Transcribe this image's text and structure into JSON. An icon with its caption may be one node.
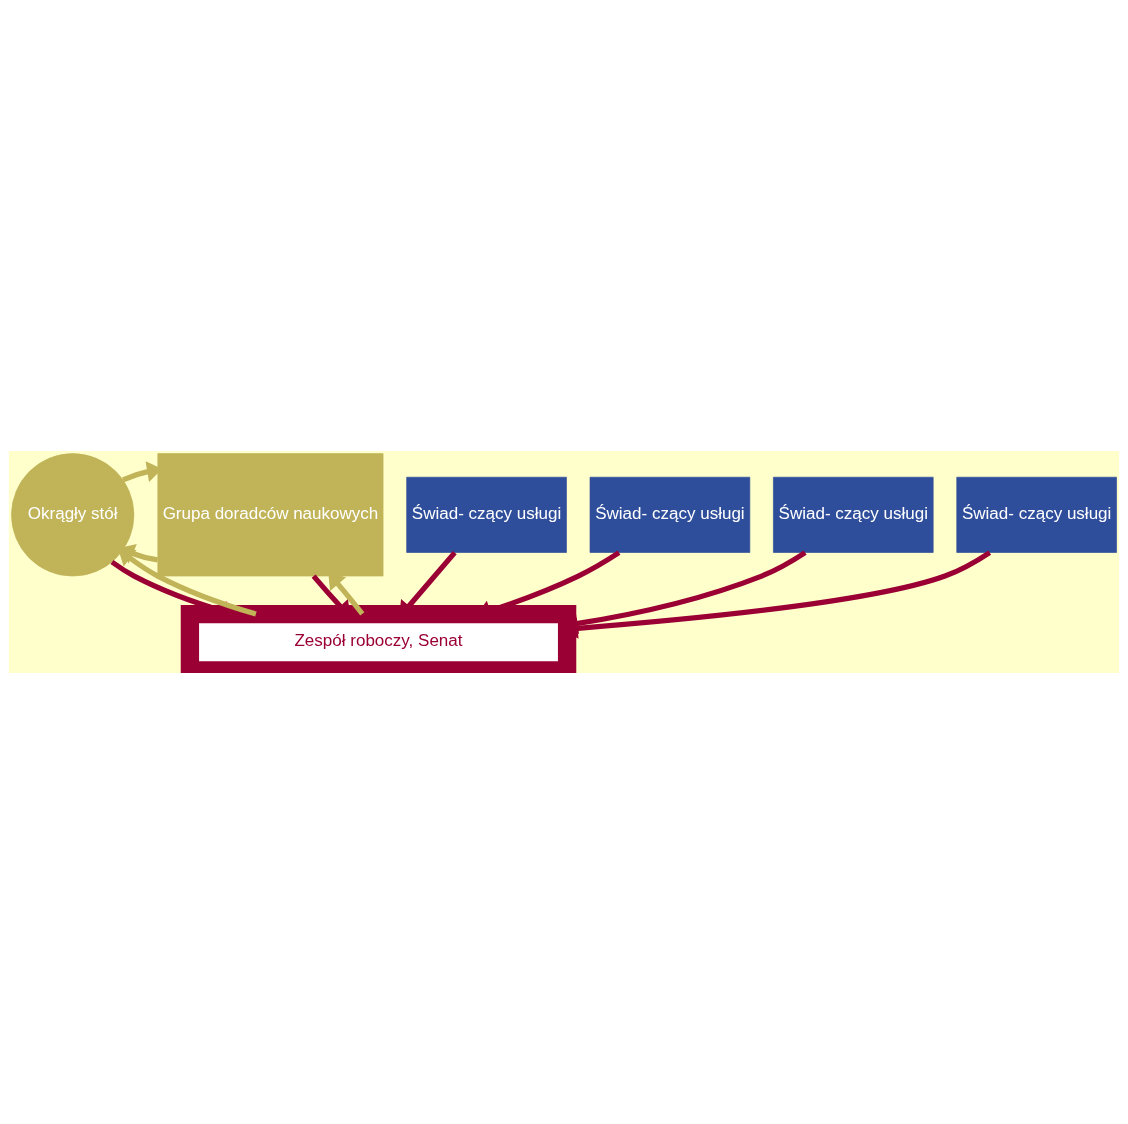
{
  "diagram": {
    "nodes": [
      {
        "text": [
          "Okrągły stół"
        ]
      },
      {
        "text": [
          "Grupa doradców naukowych"
        ]
      },
      {
        "text": [
          "Zespół roboczy, Senat"
        ]
      },
      {
        "text": [
          "Świad- czący usługi"
        ]
      },
      {
        "text": [
          "Świad- czący usługi"
        ]
      },
      {
        "text": [
          "Świad- czący usługi"
        ]
      },
      {
        "text": [
          "Świad- czący usługi"
        ]
      }
    ],
    "edges": [
      {
        "from": 1,
        "to": 0,
        "arrow": "to",
        "color": "#c0b358"
      },
      {
        "from": 0,
        "to": 1,
        "arrow": "to",
        "color": "#c0b358"
      },
      {
        "from": 2,
        "to": 0,
        "arrow": "to",
        "color": "#c0b358"
      },
      {
        "from": 0,
        "to": 2,
        "arrow": "to"
      },
      {
        "from": 2,
        "to": 1,
        "arrow": "to",
        "color": "#c0b358"
      },
      {
        "from": 1,
        "to": 2,
        "arrow": "to"
      },
      {
        "from": 3,
        "to": 2,
        "arrow": "to"
      },
      {
        "from": 4,
        "to": 2,
        "arrow": "to"
      },
      {
        "from": 5,
        "to": 2,
        "arrow": "to"
      },
      {
        "from": 6,
        "to": 2,
        "arrow": "to"
      }
    ]
  }
}
